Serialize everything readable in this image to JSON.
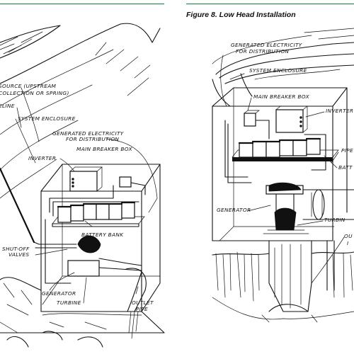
{
  "figure_caption": "Figure 8. Low Head Installation",
  "rule_color": "#2e8b57",
  "left_diagram": {
    "labels": {
      "source": "SOURCE (UPSTREAM",
      "source2": "COLLECTION OR SPRING)",
      "pipeline": "PIPELINE",
      "enclosure": "SYSTEM ENCLOSURE",
      "generated1": "GENERATED ELECTRICITY",
      "generated2": "FOR DISTRIBUTION",
      "breaker": "MAIN BREAKER BOX",
      "inverter": "INVERTER",
      "battery": "BATTERY BANK",
      "shutoff1": "SHUT-OFF",
      "shutoff2": "VALVES",
      "generator": "GENERATOR",
      "turbine": "TURBINE",
      "outlet1": "OUTLET",
      "outlet2": "PIPE"
    }
  },
  "right_diagram": {
    "labels": {
      "generated1": "GENERATED ELECTRICITY",
      "generated2": "FOR DISTRIBUTION",
      "enclosure": "SYSTEM ENCLOSURE",
      "breaker": "MAIN BREAKER BOX",
      "inverter": "INVERTER",
      "pipe": "PIPE",
      "battery": "BATT",
      "generator": "GENERATOR",
      "turbine": "TURBIN",
      "out1": "OU",
      "out2": "I"
    }
  }
}
